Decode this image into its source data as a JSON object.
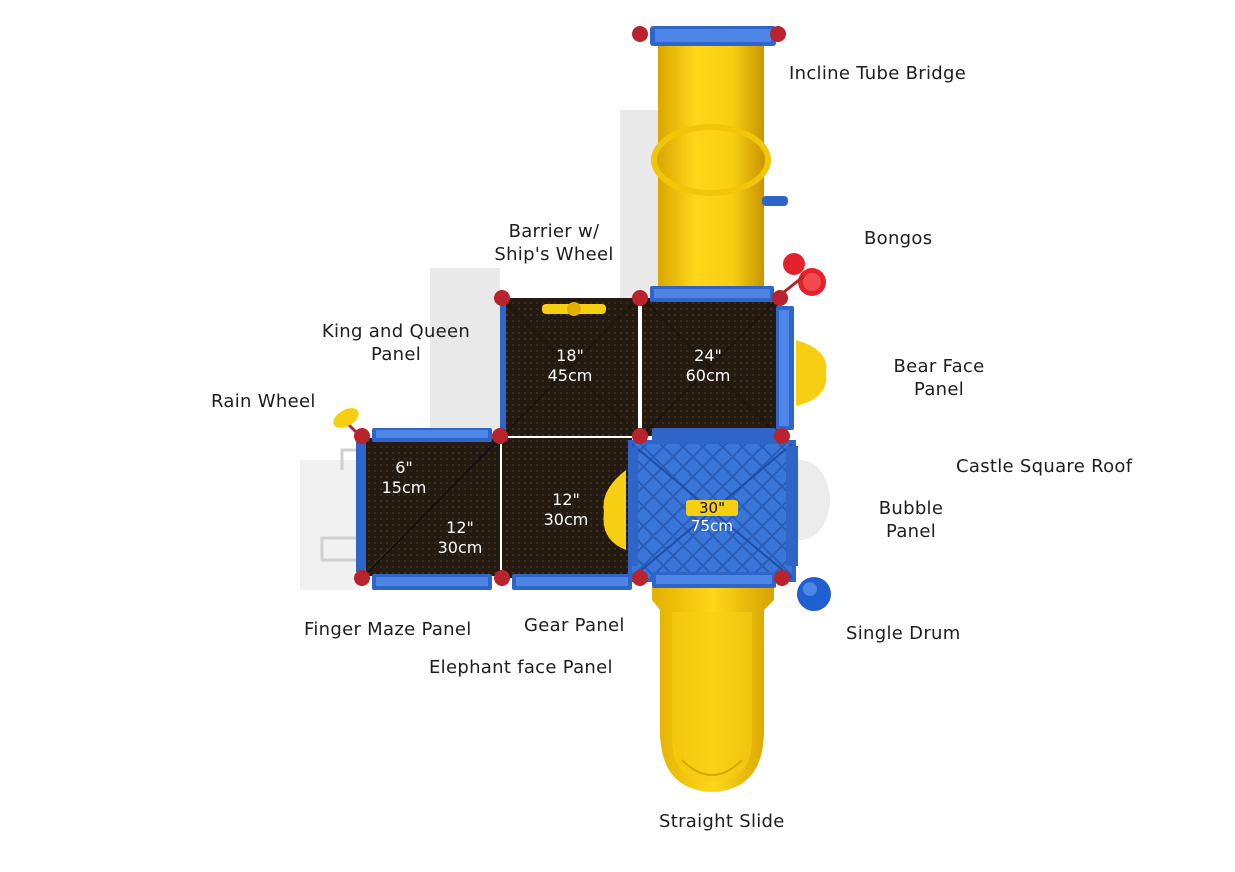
{
  "colors": {
    "deck": "#241a10",
    "deck_shadow": "#3a2e22",
    "frame_blue": "#2f64c8",
    "frame_blue_light": "#4d86e6",
    "post_red": "#b8232e",
    "tube_yellow": "#f7cf12",
    "tube_yellow_dark": "#d9a700",
    "roof_blue": "#3a76d8",
    "drum_blue": "#1f5fd0",
    "bongo_red": "#e3232b"
  },
  "labels": {
    "incline_tube_bridge": "Incline Tube Bridge",
    "bongos": "Bongos",
    "barrier_line1": "Barrier w/",
    "barrier_line2": "Ship's Wheel",
    "king_queen_line1": "King and Queen",
    "king_queen_line2": "Panel",
    "rain_wheel": "Rain Wheel",
    "bear_face_line1": "Bear Face",
    "bear_face_line2": "Panel",
    "castle_square_roof": "Castle Square Roof",
    "bubble_line1": "Bubble",
    "bubble_line2": "Panel",
    "single_drum": "Single Drum",
    "finger_maze_panel": "Finger Maze Panel",
    "gear_panel": "Gear Panel",
    "elephant_face_panel": "Elephant face Panel",
    "straight_slide": "Straight Slide"
  },
  "heights": {
    "deck_18": {
      "in": "18\"",
      "cm": "45cm"
    },
    "deck_24": {
      "in": "24\"",
      "cm": "60cm"
    },
    "deck_6": {
      "in": "6\"",
      "cm": "15cm"
    },
    "deck_12a": {
      "in": "12\"",
      "cm": "30cm"
    },
    "deck_12b": {
      "in": "12\"",
      "cm": "30cm"
    },
    "deck_30": {
      "in": "30\"",
      "cm": "75cm"
    }
  }
}
